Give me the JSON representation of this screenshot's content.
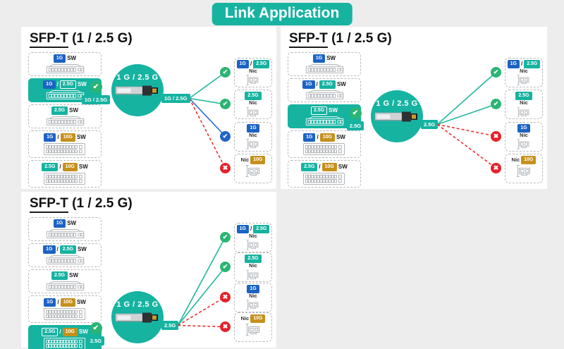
{
  "page_title": "Link Application",
  "colors": {
    "teal": "#16b3a1",
    "badge_blue": "#1a63c5",
    "badge_gold": "#c5911c",
    "check_green": "#2ab573",
    "check_blue": "#1f63c8",
    "cross_red": "#e62129",
    "line_teal": "#22b79b",
    "line_blue": "#2a6bcf",
    "line_red": "#e8302e",
    "page_bg": "#ededed",
    "panel_bg": "#ffffff"
  },
  "badge_styles": {
    "1G": "blue",
    "2.5G": "teal",
    "10G": "gold",
    "1G / 2.5G": "teal"
  },
  "panels": [
    {
      "heading_main": "SFP-T",
      "heading_rest": " (1 / 2.5 G)",
      "module_label": "1 G / 2.5 G",
      "left_rate": "1G / 2.5G",
      "right_rate": "1G / 2.5G",
      "switches": [
        {
          "badges": [
            "1G"
          ],
          "name": "SW",
          "selected": false,
          "icon": "switch-small"
        },
        {
          "badges": [
            "1G",
            "2.5G"
          ],
          "name": "SW",
          "selected": true,
          "icon": "switch-small"
        },
        {
          "badges": [
            "2.5G"
          ],
          "name": "SW",
          "selected": false,
          "icon": "switch-small"
        },
        {
          "badges": [
            "1G",
            "10G"
          ],
          "name": "SW",
          "selected": false,
          "icon": "switch-large"
        },
        {
          "badges": [
            "2.5G",
            "10G"
          ],
          "name": "SW",
          "selected": false,
          "icon": "switch-large"
        }
      ],
      "nics": [
        {
          "badges": [
            "1G",
            "2.5G"
          ],
          "name": "Nic",
          "badge_after": null,
          "status": "ok-green"
        },
        {
          "badges": [
            "2.5G"
          ],
          "name": "Nic",
          "badge_after": null,
          "status": "ok-green"
        },
        {
          "badges": [
            "1G"
          ],
          "name": "Nic",
          "badge_after": null,
          "status": "ok-blue"
        },
        {
          "badges": [],
          "name": "Nic",
          "badge_after": "10G",
          "status": "fail-red"
        }
      ]
    },
    {
      "heading_main": "SFP-T",
      "heading_rest": " (1 / 2.5 G)",
      "module_label": "1 G / 2.5 G",
      "left_rate": "2.5G",
      "right_rate": "2.5G",
      "switches": [
        {
          "badges": [
            "1G"
          ],
          "name": "SW",
          "selected": false,
          "icon": "switch-small"
        },
        {
          "badges": [
            "1G",
            "2.5G"
          ],
          "name": "SW",
          "selected": false,
          "icon": "switch-small"
        },
        {
          "badges": [
            "2.5G"
          ],
          "name": "SW",
          "selected": true,
          "icon": "switch-small"
        },
        {
          "badges": [
            "1G",
            "10G"
          ],
          "name": "SW",
          "selected": false,
          "icon": "switch-large"
        },
        {
          "badges": [
            "2.5G",
            "10G"
          ],
          "name": "SW",
          "selected": false,
          "icon": "switch-large"
        }
      ],
      "nics": [
        {
          "badges": [
            "1G",
            "2.5G"
          ],
          "name": "Nic",
          "badge_after": null,
          "status": "ok-green"
        },
        {
          "badges": [
            "2.5G"
          ],
          "name": "Nic",
          "badge_after": null,
          "status": "ok-green"
        },
        {
          "badges": [
            "1G"
          ],
          "name": "Nic",
          "badge_after": null,
          "status": "fail-red"
        },
        {
          "badges": [],
          "name": "Nic",
          "badge_after": "10G",
          "status": "fail-red"
        }
      ]
    },
    {
      "heading_main": "SFP-T",
      "heading_rest": " (1 / 2.5 G)",
      "module_label": "1 G / 2.5 G",
      "left_rate": "2.5G",
      "right_rate": "2.5G",
      "switches": [
        {
          "badges": [
            "1G"
          ],
          "name": "SW",
          "selected": false,
          "icon": "switch-small"
        },
        {
          "badges": [
            "1G",
            "2.5G"
          ],
          "name": "SW",
          "selected": false,
          "icon": "switch-small"
        },
        {
          "badges": [
            "2.5G"
          ],
          "name": "SW",
          "selected": false,
          "icon": "switch-small"
        },
        {
          "badges": [
            "1G",
            "10G"
          ],
          "name": "SW",
          "selected": false,
          "icon": "switch-large"
        },
        {
          "badges": [
            "2.5G",
            "10G"
          ],
          "name": "SW",
          "selected": true,
          "icon": "switch-large"
        }
      ],
      "nics": [
        {
          "badges": [
            "1G",
            "2.5G"
          ],
          "name": "Nic",
          "badge_after": null,
          "status": "ok-green"
        },
        {
          "badges": [
            "2.5G"
          ],
          "name": "Nic",
          "badge_after": null,
          "status": "ok-green"
        },
        {
          "badges": [
            "1G"
          ],
          "name": "Nic",
          "badge_after": null,
          "status": "fail-red"
        },
        {
          "badges": [],
          "name": "Nic",
          "badge_after": "10G",
          "status": "fail-red"
        }
      ]
    }
  ]
}
